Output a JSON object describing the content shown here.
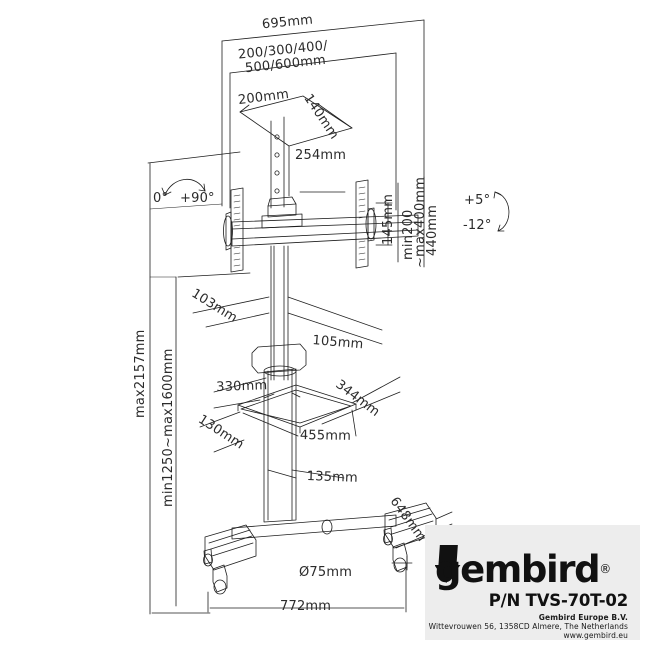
{
  "drawing": {
    "title": "Gembird TVS-70T-02 TV trolley stand technical dimension drawing",
    "line_color": "#1e1e1e",
    "text_color": "#2b2b2b",
    "background": "#ffffff"
  },
  "dimensions": {
    "top_width": "695mm",
    "vesa_widths": "200/300/400/",
    "vesa_widths_2": "500/600mm",
    "camera_shelf_width": "200mm",
    "camera_shelf_depth": "140mm",
    "camera_post_height": "254mm",
    "bracket_drop": "145mm",
    "vesa_height_range": "min200",
    "vesa_height_range_2": "~max400mm",
    "panel_height": "440mm",
    "column_depth": "103mm",
    "column_width": "105mm",
    "shelf_offset": "330mm",
    "shelf_depth_diag": "344mm",
    "shelf_front": "130mm",
    "shelf_width": "455mm",
    "shelf_to_post": "135mm",
    "base_depth": "648mm",
    "caster_diameter": "Ø75mm",
    "base_width": "772mm",
    "max_height": "max2157mm",
    "screen_height_range": "min1250~max1600mm"
  },
  "angles": {
    "rotation_from": "0°",
    "rotation_to": "+90°",
    "tilt_up": "+5°",
    "tilt_down": "-12°"
  },
  "brand": {
    "wordmark": "gembird",
    "registered": "®",
    "part_number": "P/N TVS-70T-02",
    "company": "Gembird Europe B.V.",
    "address": "Wittevrouwen 56, 1358CD Almere, The Netherlands",
    "website": "www.gembird.eu",
    "plate_color": "#ededed",
    "logo_icon": "bird-arrow-icon"
  }
}
